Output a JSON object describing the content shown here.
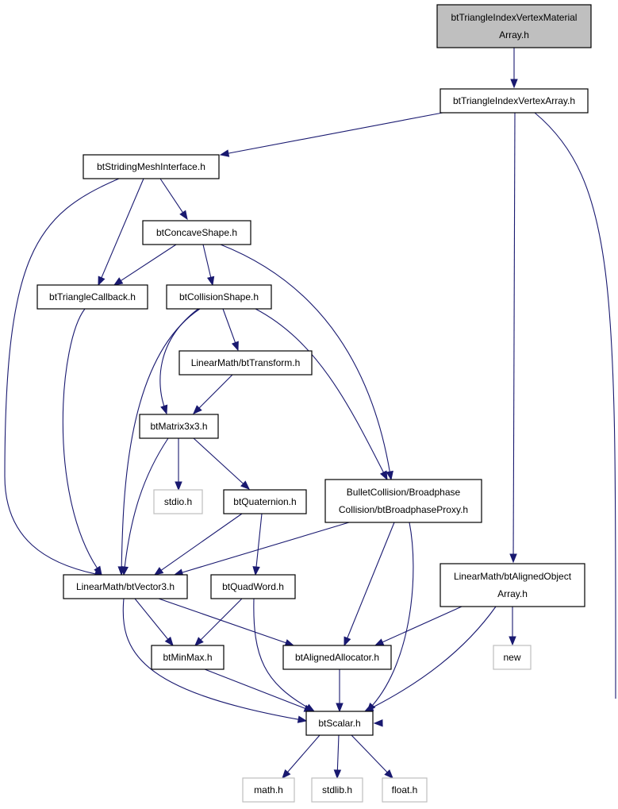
{
  "diagram": {
    "colors": {
      "edge": "#191970",
      "node_border": "#000000",
      "external_border": "#bfbfbf",
      "root_fill": "#bfbfbf",
      "node_fill": "#ffffff"
    },
    "nodes": [
      {
        "id": "root",
        "lines": [
          "btTriangleIndexVertexMaterial",
          "Array.h"
        ],
        "kind": "root"
      },
      {
        "id": "tiva",
        "lines": [
          "btTriangleIndexVertexArray.h"
        ],
        "kind": "normal"
      },
      {
        "id": "smi",
        "lines": [
          "btStridingMeshInterface.h"
        ],
        "kind": "normal"
      },
      {
        "id": "concave",
        "lines": [
          "btConcaveShape.h"
        ],
        "kind": "normal"
      },
      {
        "id": "tricb",
        "lines": [
          "btTriangleCallback.h"
        ],
        "kind": "normal"
      },
      {
        "id": "collshape",
        "lines": [
          "btCollisionShape.h"
        ],
        "kind": "normal"
      },
      {
        "id": "transform",
        "lines": [
          "LinearMath/btTransform.h"
        ],
        "kind": "normal"
      },
      {
        "id": "matrix",
        "lines": [
          "btMatrix3x3.h"
        ],
        "kind": "normal"
      },
      {
        "id": "stdio",
        "lines": [
          "stdio.h"
        ],
        "kind": "external"
      },
      {
        "id": "quat",
        "lines": [
          "btQuaternion.h"
        ],
        "kind": "normal"
      },
      {
        "id": "proxy",
        "lines": [
          "BulletCollision/Broadphase",
          "Collision/btBroadphaseProxy.h"
        ],
        "kind": "normal"
      },
      {
        "id": "vector",
        "lines": [
          "LinearMath/btVector3.h"
        ],
        "kind": "normal"
      },
      {
        "id": "quadword",
        "lines": [
          "btQuadWord.h"
        ],
        "kind": "normal"
      },
      {
        "id": "aoa",
        "lines": [
          "LinearMath/btAlignedObject",
          "Array.h"
        ],
        "kind": "normal"
      },
      {
        "id": "minmax",
        "lines": [
          "btMinMax.h"
        ],
        "kind": "normal"
      },
      {
        "id": "alloc",
        "lines": [
          "btAlignedAllocator.h"
        ],
        "kind": "normal"
      },
      {
        "id": "new",
        "lines": [
          "new"
        ],
        "kind": "external"
      },
      {
        "id": "scalar",
        "lines": [
          "btScalar.h"
        ],
        "kind": "normal"
      },
      {
        "id": "math",
        "lines": [
          "math.h"
        ],
        "kind": "external"
      },
      {
        "id": "stdlib",
        "lines": [
          "stdlib.h"
        ],
        "kind": "external"
      },
      {
        "id": "float",
        "lines": [
          "float.h"
        ],
        "kind": "external"
      }
    ],
    "edges": [
      {
        "from": "root",
        "to": "tiva"
      },
      {
        "from": "tiva",
        "to": "smi"
      },
      {
        "from": "tiva",
        "to": "aoa"
      },
      {
        "from": "tiva",
        "to": "scalar"
      },
      {
        "from": "smi",
        "to": "concave"
      },
      {
        "from": "smi",
        "to": "tricb"
      },
      {
        "from": "smi",
        "to": "vector"
      },
      {
        "from": "concave",
        "to": "tricb"
      },
      {
        "from": "concave",
        "to": "collshape"
      },
      {
        "from": "concave",
        "to": "proxy"
      },
      {
        "from": "tricb",
        "to": "vector"
      },
      {
        "from": "collshape",
        "to": "transform"
      },
      {
        "from": "collshape",
        "to": "matrix"
      },
      {
        "from": "collshape",
        "to": "vector"
      },
      {
        "from": "collshape",
        "to": "proxy"
      },
      {
        "from": "transform",
        "to": "matrix"
      },
      {
        "from": "matrix",
        "to": "stdio"
      },
      {
        "from": "matrix",
        "to": "quat"
      },
      {
        "from": "matrix",
        "to": "vector"
      },
      {
        "from": "quat",
        "to": "vector"
      },
      {
        "from": "quat",
        "to": "quadword"
      },
      {
        "from": "proxy",
        "to": "vector"
      },
      {
        "from": "proxy",
        "to": "alloc"
      },
      {
        "from": "proxy",
        "to": "scalar"
      },
      {
        "from": "vector",
        "to": "minmax"
      },
      {
        "from": "vector",
        "to": "alloc"
      },
      {
        "from": "vector",
        "to": "scalar"
      },
      {
        "from": "quadword",
        "to": "minmax"
      },
      {
        "from": "quadword",
        "to": "scalar"
      },
      {
        "from": "aoa",
        "to": "alloc"
      },
      {
        "from": "aoa",
        "to": "new"
      },
      {
        "from": "aoa",
        "to": "scalar"
      },
      {
        "from": "minmax",
        "to": "scalar"
      },
      {
        "from": "alloc",
        "to": "scalar"
      },
      {
        "from": "scalar",
        "to": "math"
      },
      {
        "from": "scalar",
        "to": "stdlib"
      },
      {
        "from": "scalar",
        "to": "float"
      }
    ]
  }
}
